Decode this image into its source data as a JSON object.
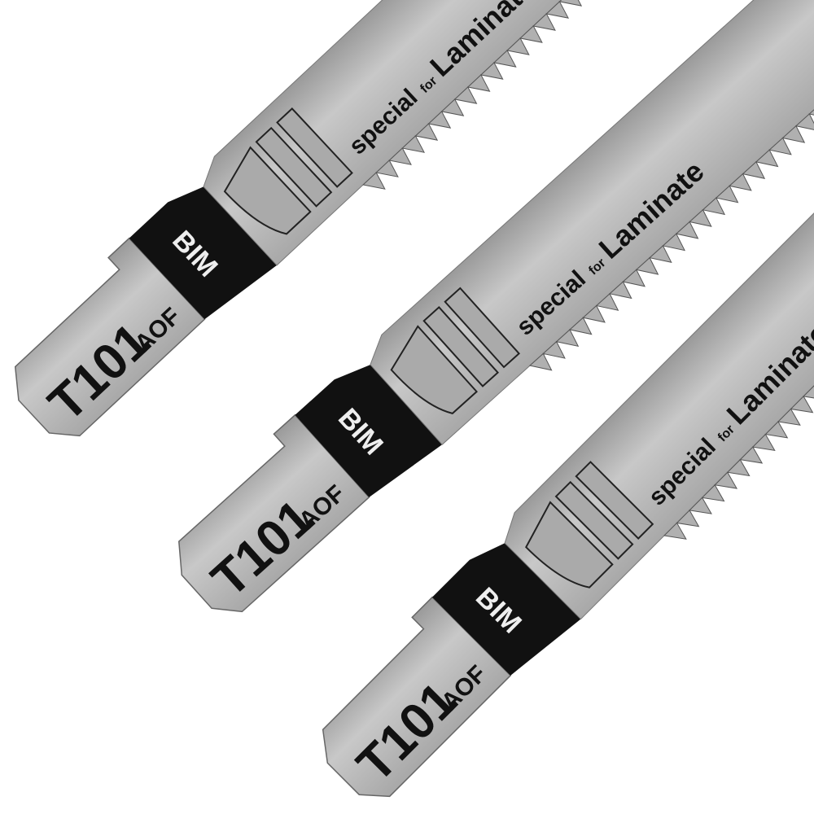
{
  "blades": [
    {
      "model": "T101",
      "suffix": "AOF",
      "material": "BIM",
      "purpose_prefix": "special",
      "purpose_for": "for",
      "purpose": "Laminate"
    },
    {
      "model": "T101",
      "suffix": "AOF",
      "material": "BIM",
      "purpose_prefix": "special",
      "purpose_for": "for",
      "purpose": "Laminate"
    },
    {
      "model": "T101",
      "suffix": "AOF",
      "material": "BIM",
      "purpose_prefix": "special",
      "purpose_for": "for",
      "purpose": "Laminate"
    }
  ],
  "colors": {
    "steel": "#b9b9b9",
    "steel_dark": "#8e8e8e",
    "band": "#111111",
    "background": "#ffffff"
  }
}
